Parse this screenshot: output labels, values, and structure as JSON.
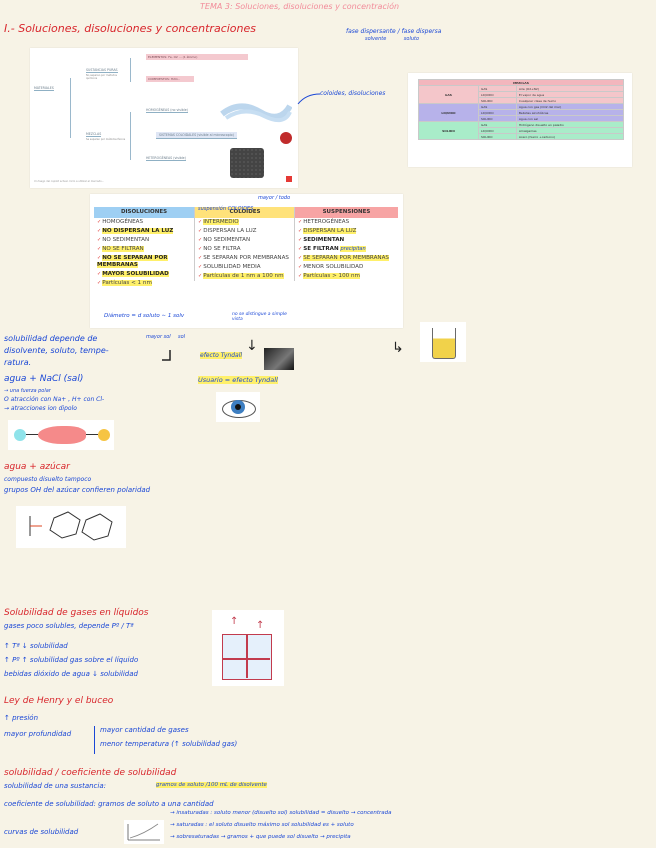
{
  "header": {
    "tema": "TEMA 3: Soluciones, disoluciones y concentración",
    "title": "I.- Soluciones, disoluciones y concentraciones",
    "fase_note": "fase dispersante / fase dispersa",
    "fase_note2": "solvente           soluto"
  },
  "concept_map": {
    "root": "MATERIALES",
    "sustancias": "SUSTANCIAS PURAS",
    "sustancias_sub": "No separan por métodos químicos",
    "elementos": "ELEMENTOS: Fe, O2 ... (1 átomo)",
    "compuestos": "COMPUESTOS: H2O...",
    "mezclas": "MEZCLAS",
    "mezclas_sub": "Se separan por métodos físicos",
    "homogeneas": "HOMOGÉNEAS (no visible)",
    "sistemas": "SISTEMAS COLOIDALES (visible al microscopio)",
    "heterogeneas": "HETEROGÉNEAS (visible)",
    "footer": "Un fuego del copilot actual. Ciclo a utilizar el mercado...",
    "annotation": "coloides, disoluciones"
  },
  "mezclas_table": {
    "title": "MEZCLAS",
    "rows": [
      {
        "group": "GAS",
        "fase": "GAS",
        "ejemplo": "Aire (O2+N2)"
      },
      {
        "group": "",
        "fase": "LIQUIDO",
        "ejemplo": "El vapor de agua"
      },
      {
        "group": "",
        "fase": "SOLIDO",
        "ejemplo": "Cualquier clase de humo"
      },
      {
        "group": "LIQUIDO",
        "fase": "GAS",
        "ejemplo": "Agua con gas (CO2 del mar)"
      },
      {
        "group": "",
        "fase": "LIQUIDO",
        "ejemplo": "Bebidas alcohólicas"
      },
      {
        "group": "",
        "fase": "SOLIDO",
        "ejemplo": "Agua con sal"
      },
      {
        "group": "SOLIDO",
        "fase": "GAS",
        "ejemplo": "Hidrógeno disuelto en paladio"
      },
      {
        "group": "",
        "fase": "LIQUIDO",
        "ejemplo": "Amalgamas"
      },
      {
        "group": "",
        "fase": "SOLIDO",
        "ejemplo": "Acero (hierro +carbono)"
      }
    ],
    "colors": {
      "gas": "#f4c6ca",
      "liquido": "#b7b2ea",
      "solido": "#a9ecc9"
    }
  },
  "dcs_table": {
    "annotations": {
      "top": "mayor / todo",
      "coloides": "suspensión COLOIDES"
    },
    "disoluciones": {
      "header": "DISOLUCIONES",
      "items": [
        "HOMOGÉNEAS",
        "NO DISPERSAN LA LUZ",
        "NO SEDIMENTAN",
        "NO SE FILTRAN",
        "NO SE SEPARAN POR MEMBRANAS",
        "MAYOR SOLUBILIDAD",
        "Partículas < 1 nm"
      ]
    },
    "coloides": {
      "header": "COLOIDES",
      "items": [
        "INTERMEDIO",
        "DISPERSAN LA LUZ",
        "NO SEDIMENTAN",
        "NO SE FILTRA",
        "SE SEPARAN POR MEMBRANAS",
        "SOLUBILIDAD MEDIA",
        "Partículas de 1 nm a 100 nm"
      ]
    },
    "suspensiones": {
      "header": "SUSPENSIONES",
      "items": [
        "HETEROGÉNEAS",
        "DISPERSAN LA LUZ",
        "SEDIMENTAN",
        "SE FILTRAN",
        "SE SEPARAN POR MEMBRANAS",
        "MENOR SOLUBILIDAD",
        "Partículas > 100 nm"
      ],
      "note_filtran": "precipitan"
    },
    "formula": "Diámetro = d soluto ∼ 1 solv",
    "formula_notes": [
      "mayor sol",
      "sol"
    ],
    "coloide_note": "no se distingue a simple vista"
  },
  "notes": {
    "solubilidad": [
      "solubilidad depende de",
      "disolvente, soluto, tempe-",
      "ratura."
    ],
    "agua_nacl": "agua + NaCl (sal)",
    "agua_nacl_1": "→ una fuerza polar",
    "agua_nacl_2": "O atracción con Na+ , H+ con Cl-",
    "agua_nacl_3": "→ atracciones ion dipolo",
    "efecto": "efecto Tyndall",
    "usuario": "Usuario = efecto Tyndall",
    "agua_azucar": "agua + azúcar",
    "azucar_1": "compuesto disuelto tampoco",
    "azucar_2": "grupos OH del azúcar confieren polaridad"
  },
  "gases": {
    "title": "Solubilidad de gases en líquidos",
    "subtitle": "gases poco solubles, depende Pº / Tª",
    "l1": "↑ Tª  ↓ solubilidad",
    "l2": "↑ Pº ↑ solubilidad gas sobre el líquido",
    "l3": "bebidas dióxido de agua  ↓ solubilidad"
  },
  "henry": {
    "title": "Ley de Henry y el buceo",
    "l1": "↑ presión",
    "l2": "mayor profundidad",
    "l3": "mayor cantidad de gases",
    "l4": "menor temperatura (↑ solubilidad gas)"
  },
  "coeficiente": {
    "title": "solubilidad / coeficiente de solubilidad",
    "l1": "solubilidad de una sustancia:",
    "l1b": "gramos de soluto /100 mL de disolvente",
    "l2": "coeficiente de solubilidad: gramos de soluto a una cantidad",
    "curvas": "curvas de solubilidad",
    "c1": "→ insaturadas : soluto menor (disuelto sol) solubilidad = disuelto → concentrada",
    "c2": "→ saturadas : el soluto disuelto máximo sol solubilidad es + soluto",
    "c3": "→ sobresaturadas → gramos + que puede sol disuelto → precipita"
  }
}
